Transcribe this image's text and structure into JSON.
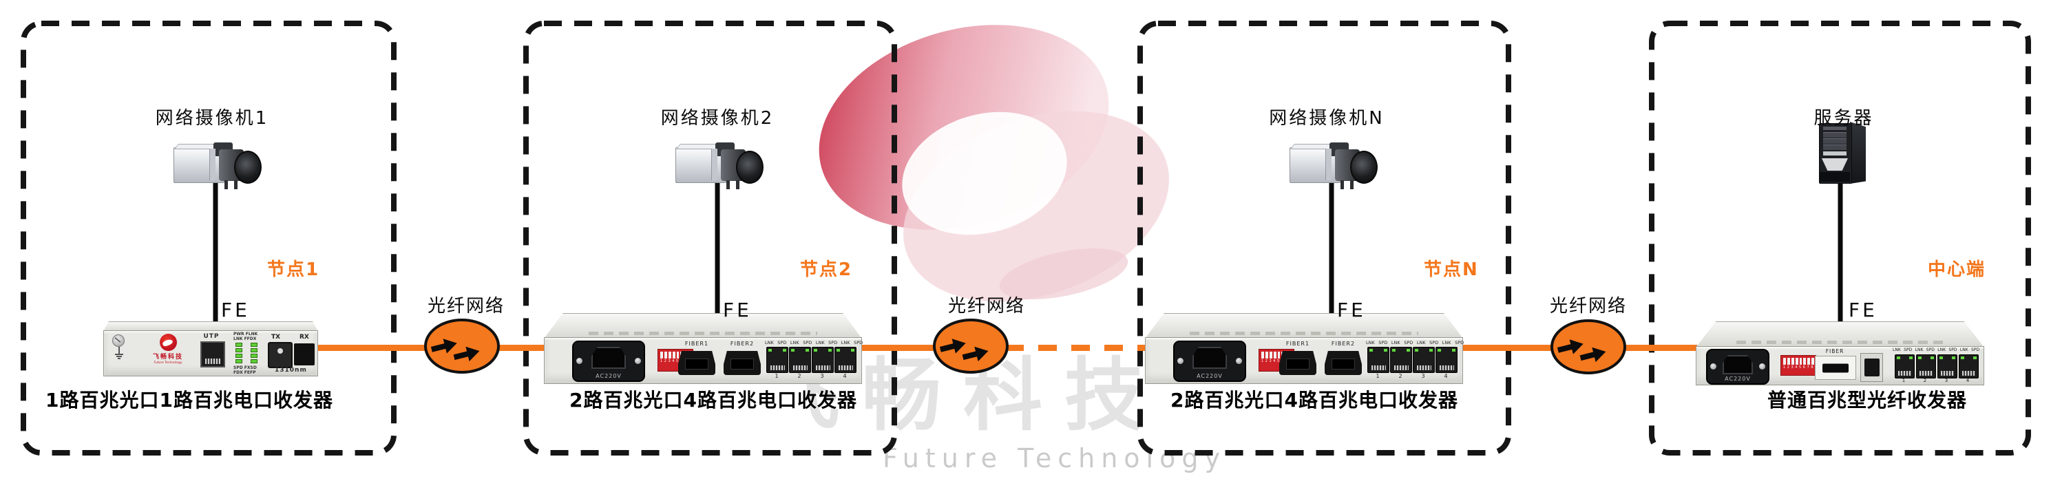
{
  "colors": {
    "accent_orange": "#F4781E",
    "zone_label_orange": "#F4761B",
    "watermark_red": "#C21631",
    "watermark_pink": "#F3D6DB"
  },
  "watermark": {
    "brand": "飞畅科技",
    "brand_en": "Future Technology"
  },
  "links": [
    {
      "label": "光纤网络"
    },
    {
      "label": "光纤网络"
    },
    {
      "label": "光纤网络"
    }
  ],
  "nodes": [
    {
      "title": "网络摄像机1",
      "zone": "节点1",
      "iface": "FE",
      "device_caption": "1路百兆光口1路百兆电口收发器"
    },
    {
      "title": "网络摄像机2",
      "zone": "节点2",
      "iface": "FE",
      "device_caption": "2路百兆光口4路百兆电口收发器"
    },
    {
      "title": "网络摄像机N",
      "zone": "节点N",
      "iface": "FE",
      "device_caption": "2路百兆光口4路百兆电口收发器"
    },
    {
      "title": "服务器",
      "zone": "中心端",
      "iface": "FE",
      "device_caption": "普通百兆型光纤收发器"
    }
  ],
  "device1": {
    "logo_cn": "飞畅科技",
    "logo_en": "Future Technology",
    "utp": "UTP",
    "led_row_top_1": "PWR FLNK",
    "led_row_top_2": "LNK FFDX",
    "led_row_bottom_1": "SPD FXSD",
    "led_row_bottom_2": "FDX FEFP",
    "tx": "TX",
    "rx": "RX",
    "wavelength": "1310nm"
  },
  "device_shared": {
    "power": "AC220V",
    "dip_numbers": "1 2 3 4 5 6 7 8",
    "fiber1": "FIBER1",
    "fiber2": "FIBER2",
    "fiber": "FIBER",
    "rj45_header": "LNK SPD LNK SPD LNK SPD LNK SPD",
    "port_numbers": [
      "1",
      "2",
      "3",
      "4"
    ]
  }
}
